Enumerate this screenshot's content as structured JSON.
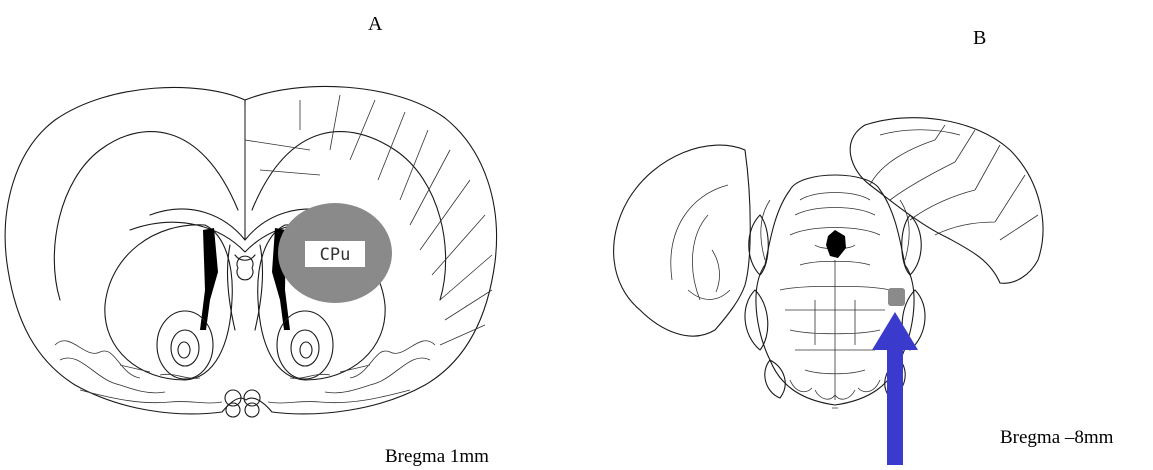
{
  "panel_a": {
    "letter": "A",
    "region_label": "CPu",
    "bregma": "Bregma 1mm"
  },
  "panel_b": {
    "letter": "B",
    "bregma": "Bregma –8mm"
  },
  "colors": {
    "lesion": "#8a8a8a",
    "ventricle": "#000000",
    "arrow": "#3a3acc",
    "outline": "#1a1a1a"
  }
}
